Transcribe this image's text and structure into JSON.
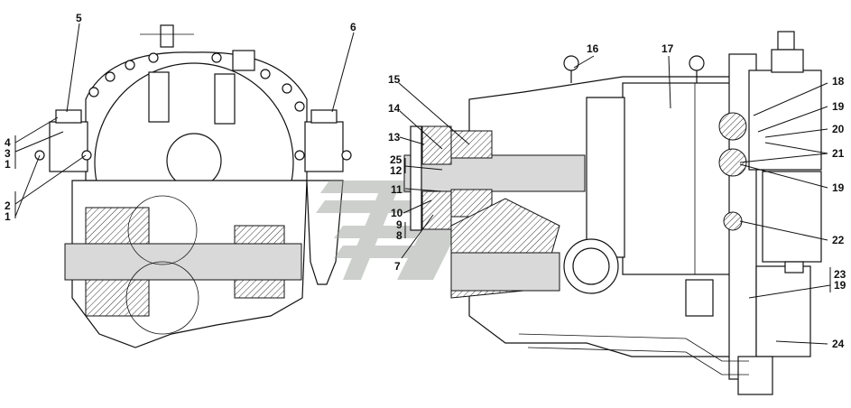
{
  "callouts": {
    "c5": "5",
    "c6": "6",
    "c4": "4",
    "c3": "3",
    "c1a": "1",
    "c2": "2",
    "c1b": "1",
    "c16": "16",
    "c17": "17",
    "c15": "15",
    "c14": "14",
    "c13": "13",
    "c25": "25",
    "c12": "12",
    "c11": "11",
    "c10": "10",
    "c9": "9",
    "c8": "8",
    "c7": "7",
    "c18": "18",
    "c19a": "19",
    "c20": "20",
    "c21": "21",
    "c19b": "19",
    "c22": "22",
    "c23": "23",
    "c19c": "19",
    "c24": "24"
  },
  "colors": {
    "line": "#111111",
    "watermark": "#9aa09a",
    "hatch": "#333333"
  },
  "watermark": {
    "icon": "stylized-arrow-logo"
  }
}
